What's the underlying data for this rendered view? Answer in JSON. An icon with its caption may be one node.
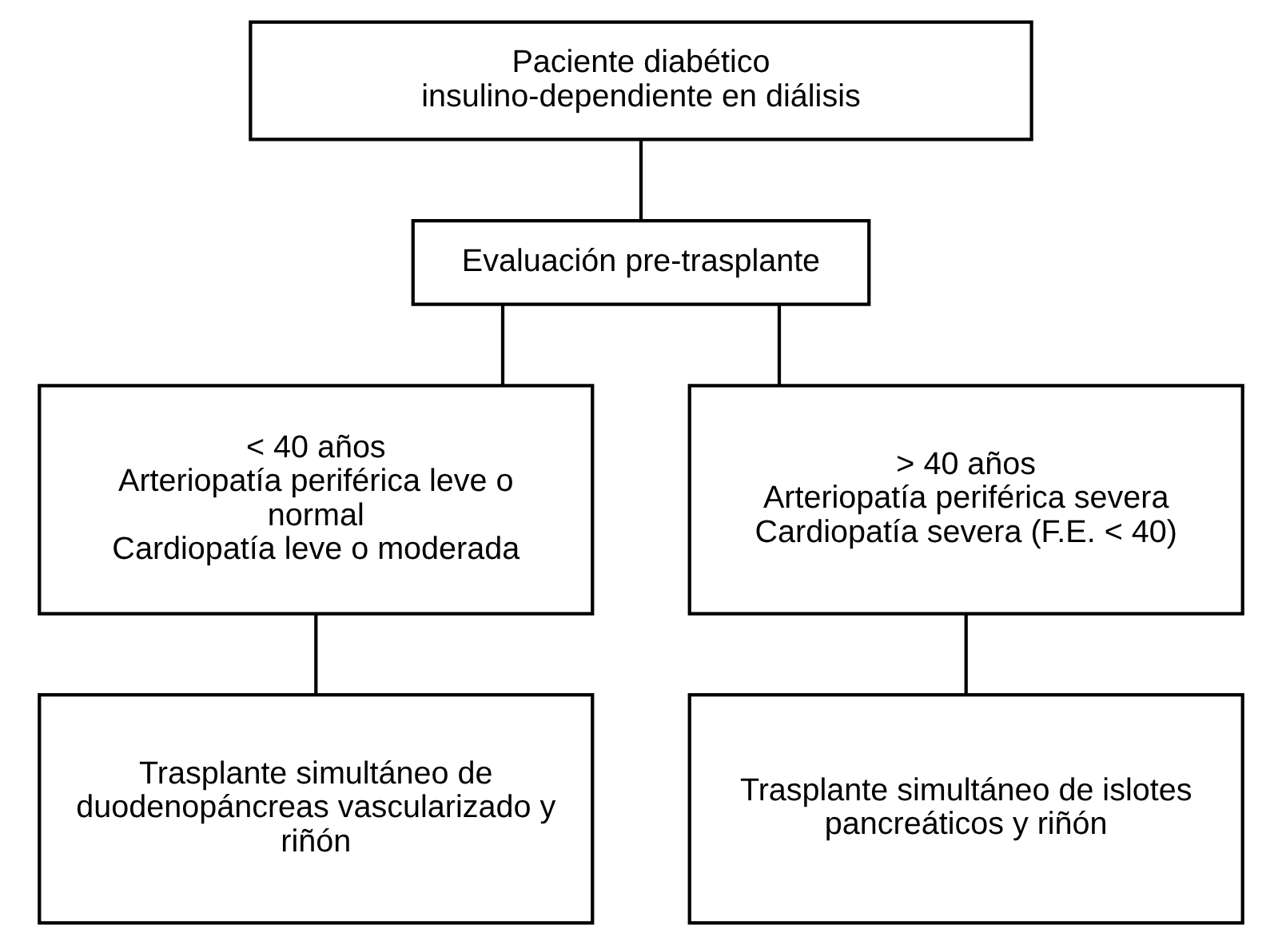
{
  "diagram": {
    "nodes": [
      {
        "text": [
          "Paciente diabético insulino-dependiente en diálisis"
        ]
      },
      {
        "text": [
          "Evaluación pre-trasplante"
        ]
      },
      {
        "text": [
          "< 40 años",
          "Arteriopatía periférica leve o normal",
          "Cardiopatía leve o moderada"
        ]
      },
      {
        "text": [
          "> 40 años",
          "Arteriopatía periférica severa",
          "Cardiopatía severa (F.E. < 40)"
        ]
      },
      {
        "text": [
          "Trasplante simultáneo de duodenopáncreas vascularizado y riñón"
        ]
      },
      {
        "text": [
          "Trasplante simultáneo de islotes pancreáticos y riñón"
        ]
      }
    ],
    "edges": [
      {
        "from": 0,
        "to": 1,
        "arrow": "none"
      },
      {
        "from": 1,
        "to": 2,
        "arrow": "none"
      },
      {
        "from": 1,
        "to": 3,
        "arrow": "none"
      },
      {
        "from": 2,
        "to": 4,
        "arrow": "none"
      },
      {
        "from": 3,
        "to": 5,
        "arrow": "none"
      }
    ]
  }
}
